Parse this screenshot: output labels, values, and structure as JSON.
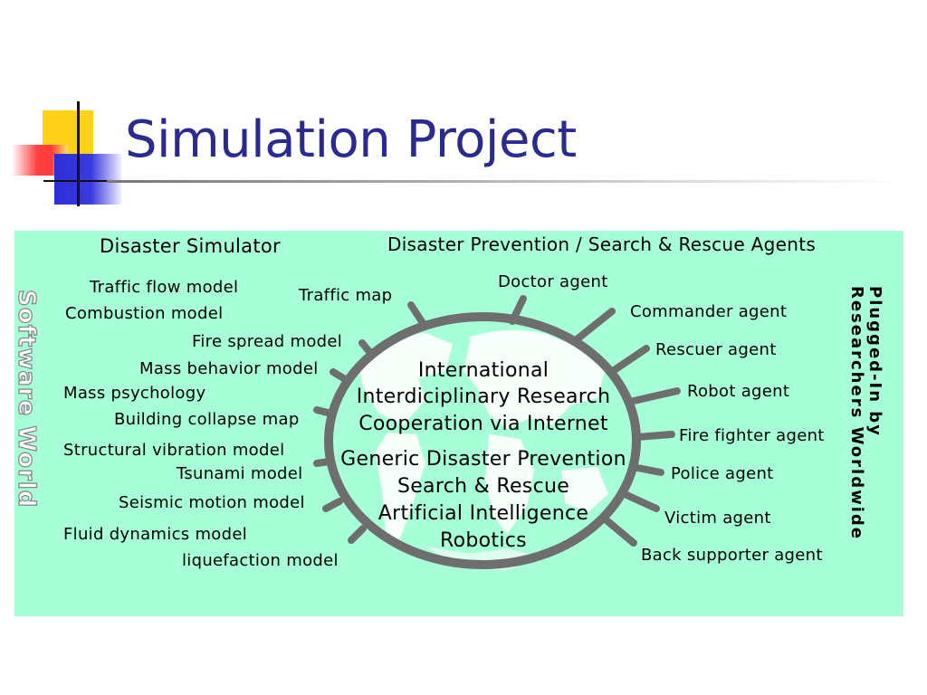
{
  "slide": {
    "title": "Simulation Project"
  },
  "diagram": {
    "left_heading": "Disaster Simulator",
    "right_heading": "Disaster Prevention / Search & Rescue Agents",
    "left_vertical": "Software World",
    "right_vertical_line1": "Plugged-In by",
    "right_vertical_line2": "Researchers Worldwide",
    "simulator_models": [
      "Traffic flow model",
      "Combustion model",
      "Traffic map",
      "Fire spread model",
      "Mass behavior model",
      "Mass psychology",
      "Building collapse map",
      "Structural vibration model",
      "Tsunami model",
      "Seismic motion model",
      "Fluid dynamics model",
      "liquefaction model"
    ],
    "agents": [
      "Doctor agent",
      "Commander agent",
      "Rescuer agent",
      "Robot agent",
      "Fire fighter agent",
      "Police agent",
      "Victim agent",
      "Back supporter agent"
    ],
    "center_lines": [
      "International",
      "Interdiciplinary Research",
      "Cooperation via Internet",
      "Generic Disaster Prevention",
      "Search & Rescue",
      "Artificial Intelligence",
      "Robotics"
    ],
    "colors": {
      "panel_background": "#a6ffd6",
      "ring_stroke": "#6e6e6e",
      "title_text": "#2b2b8f",
      "deco_yellow": "#ffd21a",
      "deco_red": "#ff3a3a",
      "deco_blue": "#2e2ed6"
    }
  }
}
